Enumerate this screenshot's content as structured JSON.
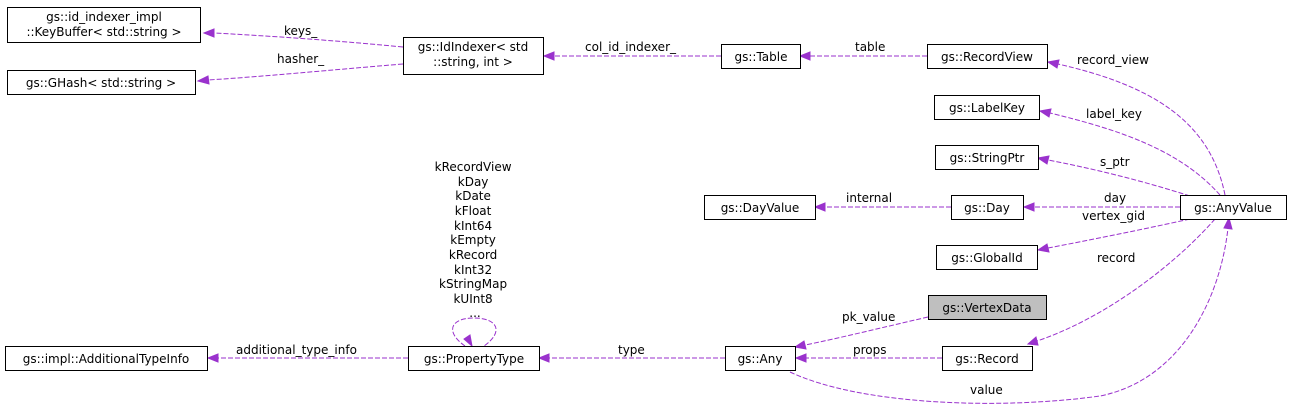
{
  "nodes": {
    "keybuffer": [
      "gs::id_indexer_impl",
      "::KeyBuffer< std::string >"
    ],
    "ghash": "gs::GHash< std::string >",
    "idindexer": [
      "gs::IdIndexer< std",
      "::string, int >"
    ],
    "table": "gs::Table",
    "recordview": "gs::RecordView",
    "labelkey": "gs::LabelKey",
    "stringptr": "gs::StringPtr",
    "dayvalue": "gs::DayValue",
    "day": "gs::Day",
    "anyvalue": "gs::AnyValue",
    "globalid": "gs::GlobalId",
    "vertexdata": "gs::VertexData",
    "additionaltypeinfo": "gs::impl::AdditionalTypeInfo",
    "propertytype": "gs::PropertyType",
    "any": "gs::Any",
    "record": "gs::Record"
  },
  "edge_labels": {
    "keys": "keys_",
    "hasher": "hasher_",
    "col_id_indexer": "col_id_indexer_",
    "table": "table",
    "record_view": "record_view",
    "label_key": "label_key",
    "s_ptr": "s_ptr",
    "internal": "internal",
    "day": "day",
    "vertex_gid": "vertex_gid",
    "record": "record",
    "pk_value": "pk_value",
    "additional_type_info": "additional_type_info",
    "type": "type",
    "props": "props",
    "value": "value",
    "self_loop": [
      "kRecordView",
      "kDay",
      "kDate",
      "kFloat",
      "kInt64",
      "kEmpty",
      "kRecord",
      "kInt32",
      "kStringMap",
      "kUInt8",
      "..."
    ]
  },
  "colors": {
    "edge": "#9a32cd",
    "highlight_fill": "#bfbfbf",
    "node_border": "#000000"
  }
}
